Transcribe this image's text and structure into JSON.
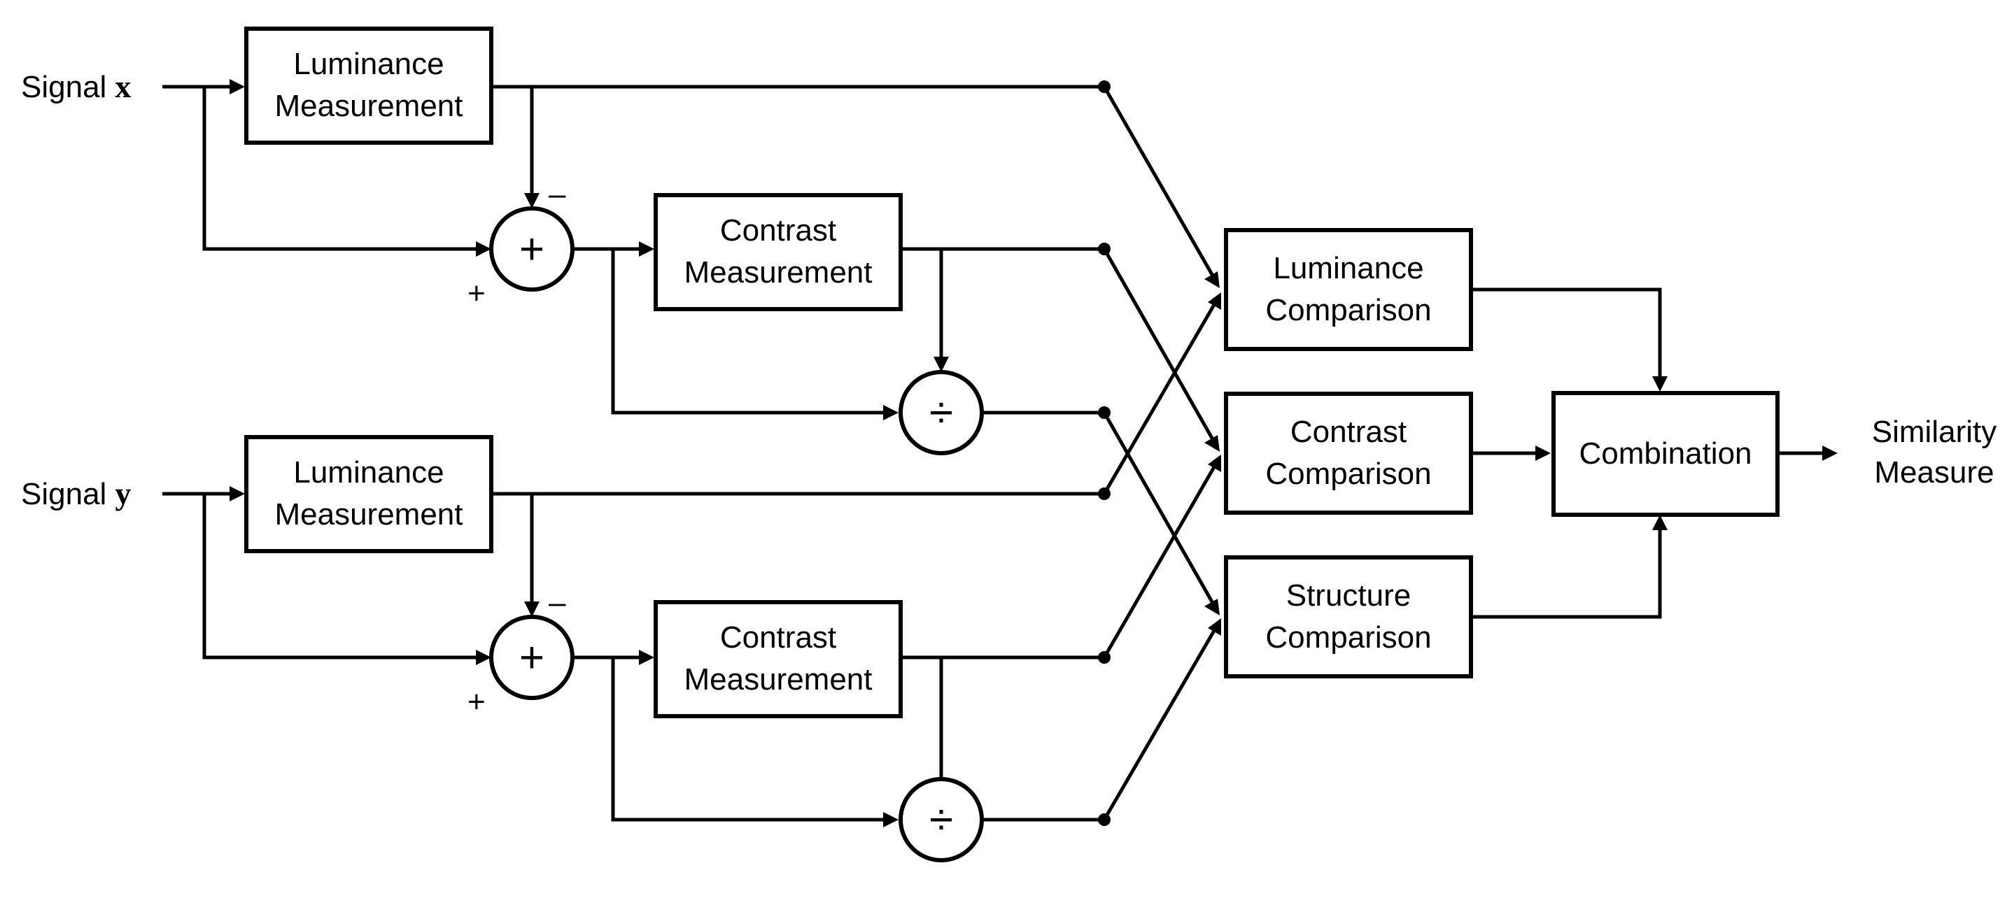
{
  "signals": [
    {
      "prefix": "Signal",
      "var": "x"
    },
    {
      "prefix": "Signal",
      "var": "y"
    }
  ],
  "blocks": {
    "luminance_measurement": [
      "Luminance",
      "Measurement"
    ],
    "contrast_measurement": [
      "Contrast",
      "Measurement"
    ],
    "luminance_comparison": [
      "Luminance",
      "Comparison"
    ],
    "contrast_comparison": [
      "Contrast",
      "Comparison"
    ],
    "structure_comparison": [
      "Structure",
      "Comparison"
    ],
    "combination": "Combination"
  },
  "operators": {
    "sum": "+",
    "divide": "÷",
    "plus_sign": "+",
    "minus_sign": "–"
  },
  "output": [
    "Similarity",
    "Measure"
  ]
}
